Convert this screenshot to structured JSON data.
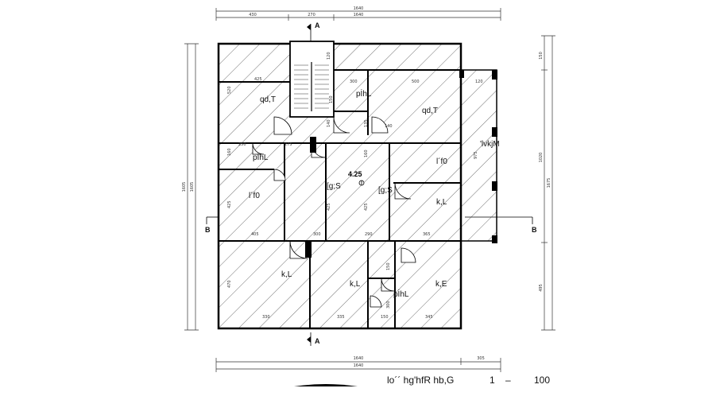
{
  "drawing": {
    "title_text": "lo´´ hg'hfR hb,G",
    "scale_num": "1",
    "scale_dash": "–",
    "scale_den": "100",
    "level": "4.25"
  },
  "top_dims": {
    "overall_top": "1640",
    "seg_a": "430",
    "seg_b": "270",
    "overall_b": "1640"
  },
  "bottom_dims": {
    "overall_a": "1640",
    "ext": "305",
    "overall_b": "1640"
  },
  "side_dims": {
    "left_outer": "1605",
    "left_inner": "1605",
    "right_top": "150",
    "right_mid": "1020",
    "right_bottom": "495",
    "right_overall": "1675"
  },
  "section_marks": {
    "top": "A",
    "bottom": "A",
    "left": "B",
    "right": "B"
  },
  "rooms": {
    "r1": "qd,T",
    "r2": "pİhL",
    "r3": "qd,T",
    "r4": "'lvkjM",
    "r5": "pİhL",
    "r6": "l´f0",
    "r7": "l´f0",
    "r8": "[g;S",
    "r9": "[g;S",
    "r10": "k,L",
    "r11": "k,L",
    "r12": "k,L",
    "r13": "k,E",
    "r14": "pİhL"
  },
  "inner_dims": {
    "d1": "425",
    "d2": "300",
    "d3": "500",
    "d4": "120",
    "d5": "250",
    "d6": "275",
    "d7": "405",
    "d8": "300",
    "d9": "290",
    "d10": "365",
    "d11": "330",
    "d12": "335",
    "d13": "150",
    "d14": "345",
    "d15": "520",
    "d16": "425",
    "d17": "470",
    "d18": "160",
    "d19": "140",
    "d20": "135",
    "d21": "425",
    "d22": "425",
    "d23": "160",
    "d24": "975",
    "d25": "150",
    "d26": "300",
    "d27": "120",
    "d28": "150",
    "d29": "140"
  }
}
